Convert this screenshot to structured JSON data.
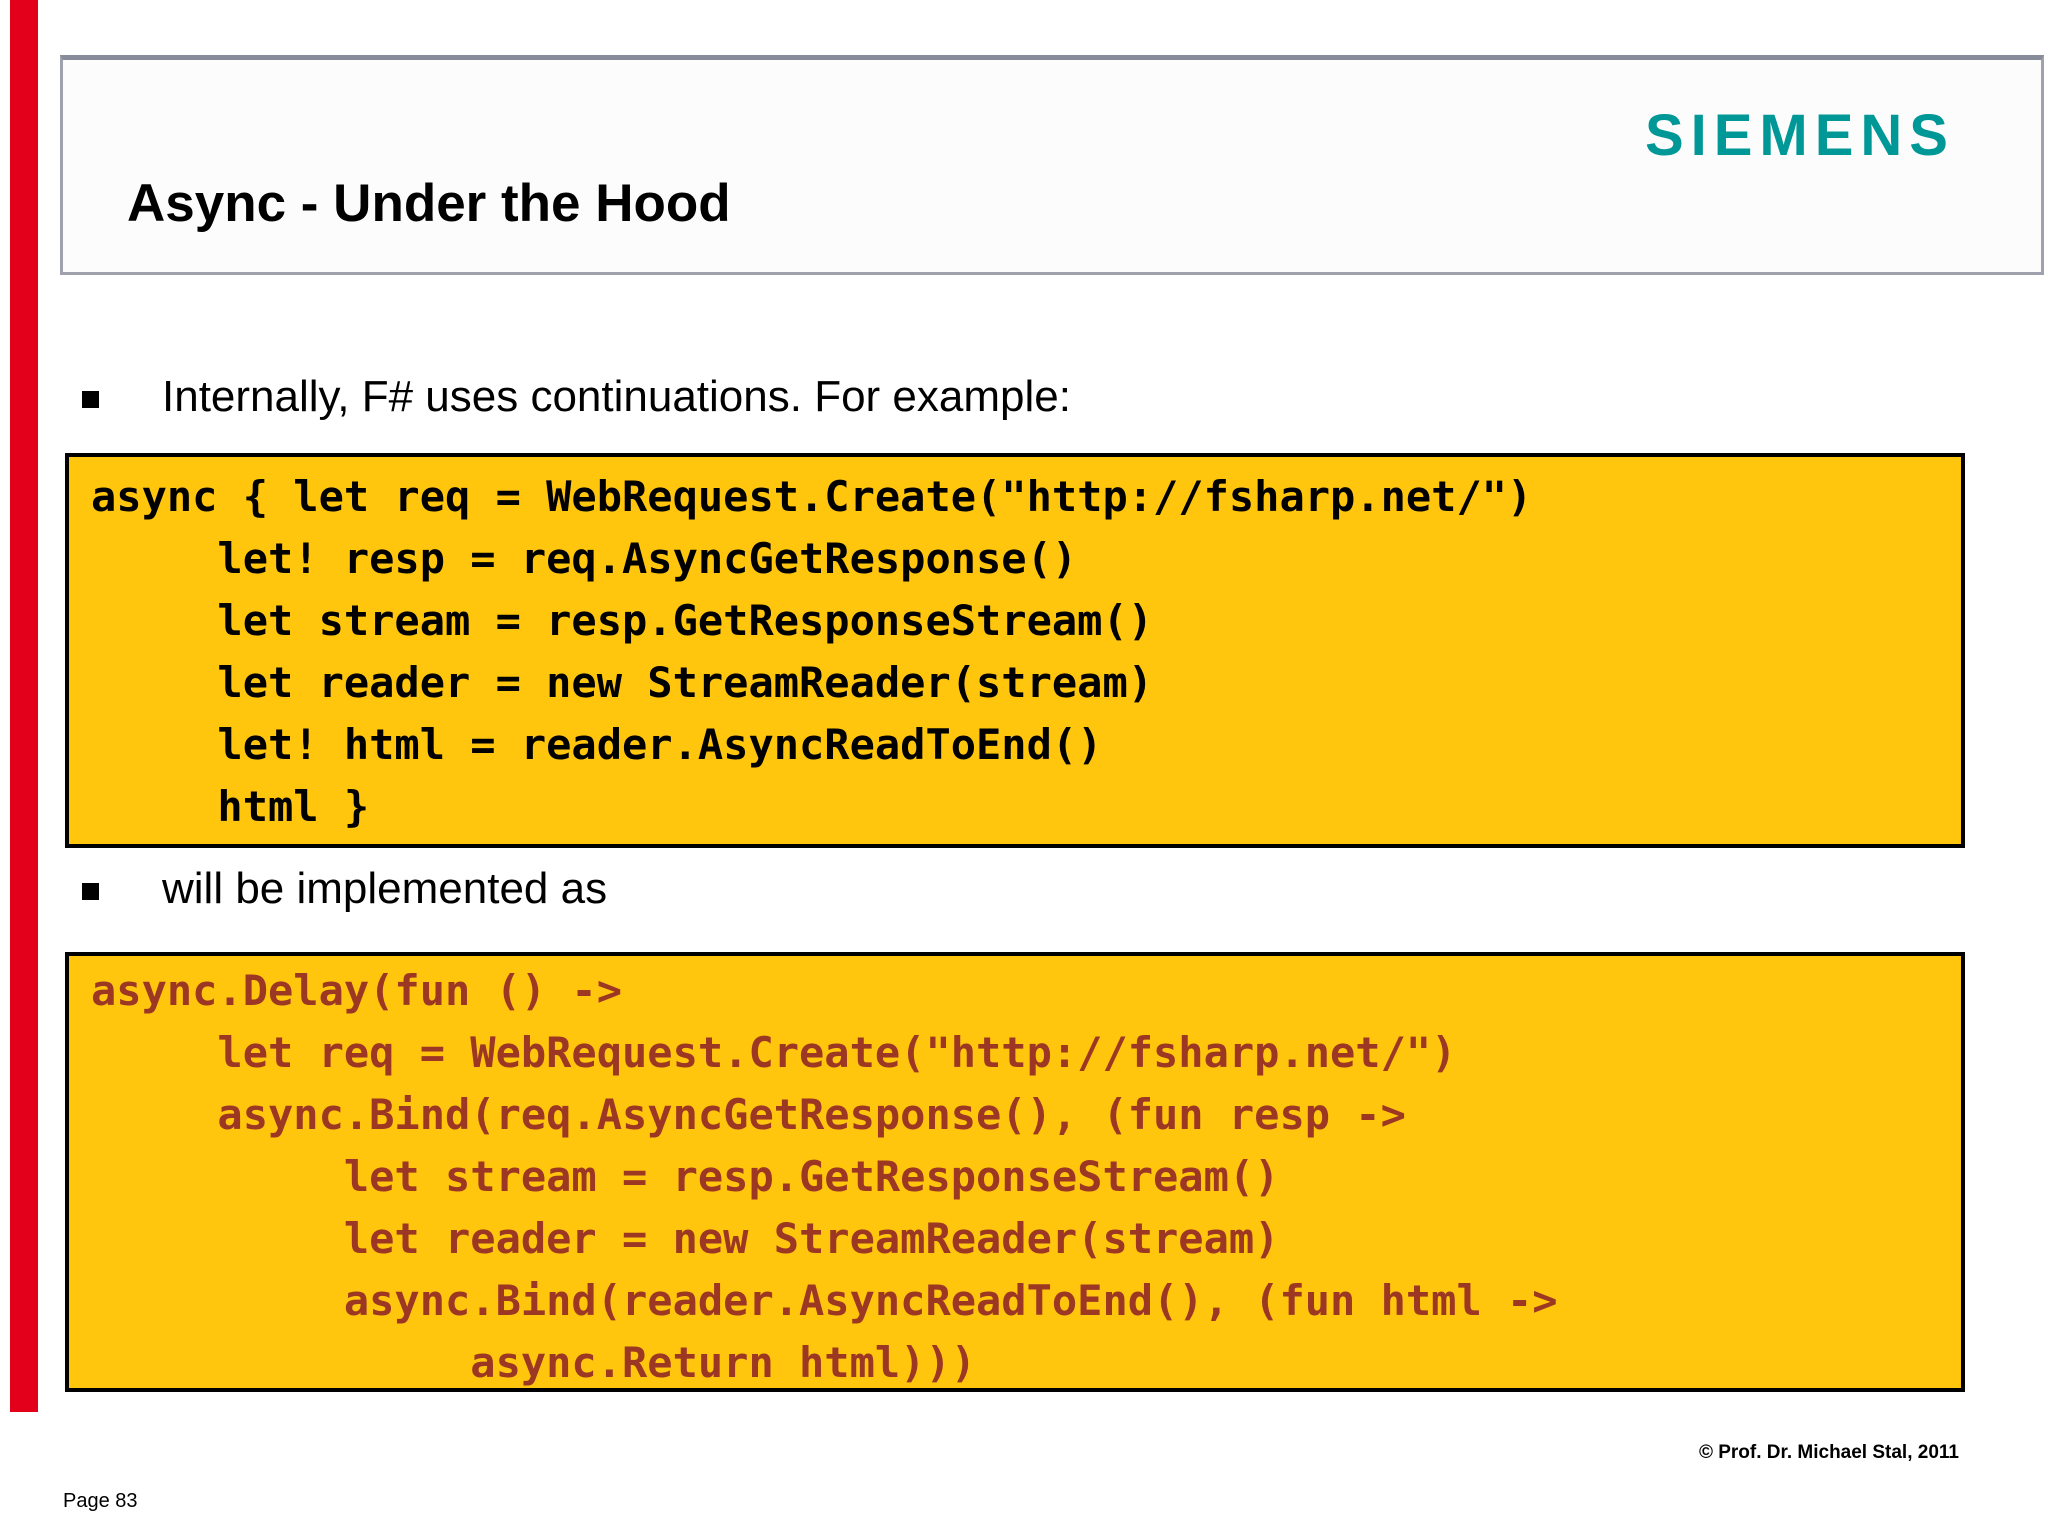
{
  "slide": {
    "logo_text": "SIEMENS",
    "title": "Async - Under the Hood",
    "bullets": [
      {
        "label": "Internally, F# uses continuations. For example:"
      },
      {
        "label": "will be implemented as"
      }
    ],
    "code_blocks": [
      {
        "lines": [
          "async { let req = WebRequest.Create(\"http://fsharp.net/\")",
          "     let! resp = req.AsyncGetResponse()",
          "     let stream = resp.GetResponseStream()",
          "     let reader = new StreamReader(stream)",
          "     let! html = reader.AsyncReadToEnd()",
          "     html }"
        ]
      },
      {
        "lines": [
          "async.Delay(fun () ->",
          "     let req = WebRequest.Create(\"http://fsharp.net/\")",
          "     async.Bind(req.AsyncGetResponse(), (fun resp ->",
          "          let stream = resp.GetResponseStream()",
          "          let reader = new StreamReader(stream)",
          "          async.Bind(reader.AsyncReadToEnd(), (fun html ->",
          "               async.Return html)))"
        ]
      }
    ],
    "footer": {
      "copyright": "©  Prof. Dr. Michael Stal, 2011",
      "page_label": "Page 83"
    },
    "colors": {
      "code_bg": "#ffc60d",
      "code_block2_text": "#9b3723",
      "logo_teal": "#009896",
      "red_bar": "#e2001a"
    }
  }
}
